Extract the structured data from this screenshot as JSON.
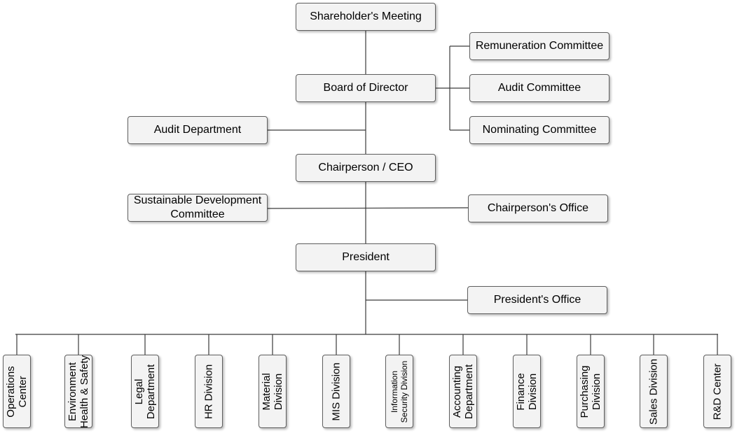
{
  "nodes": {
    "shareholders_meeting": "Shareholder's Meeting",
    "board_of_director": "Board of Director",
    "remuneration_committee": "Remuneration Committee",
    "audit_committee": "Audit Committee",
    "nominating_committee": "Nominating Committee",
    "audit_department": "Audit Department",
    "chairperson_ceo": "Chairperson / CEO",
    "sustainable_dev_line1": "Sustainable Development",
    "sustainable_dev_line2": "Committee",
    "chairpersons_office": "Chairperson's Office",
    "president": "President",
    "presidents_office": "President's Office"
  },
  "departments": [
    {
      "lines": [
        "Operations",
        "Center"
      ]
    },
    {
      "lines": [
        "Environment",
        "Health & Safety"
      ]
    },
    {
      "lines": [
        "Legal",
        "Department"
      ]
    },
    {
      "lines": [
        "HR Division"
      ]
    },
    {
      "lines": [
        "Material",
        "Division"
      ]
    },
    {
      "lines": [
        "MIS Division"
      ]
    },
    {
      "lines": [
        "Information",
        "Security Division"
      ]
    },
    {
      "lines": [
        "Accounting",
        "Department"
      ]
    },
    {
      "lines": [
        "Finance",
        "Division"
      ]
    },
    {
      "lines": [
        "Purchasing",
        "Division"
      ]
    },
    {
      "lines": [
        "Sales Division"
      ]
    },
    {
      "lines": [
        "R&D Center"
      ]
    }
  ]
}
